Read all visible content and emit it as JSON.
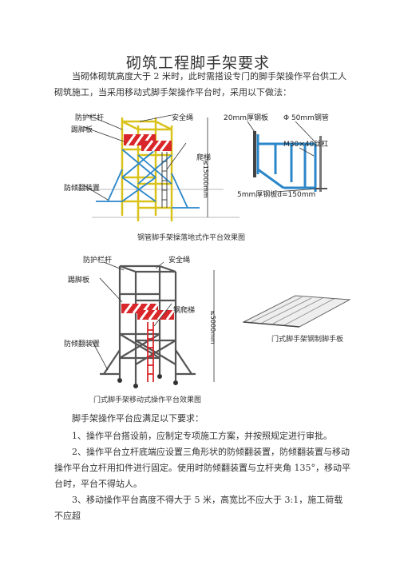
{
  "document": {
    "title": "砌筑工程脚手架要求",
    "intro": "当砌体砌筑高度大于 2 米时，此时需搭设专门的脚手架操作平台供工人砌筑施工，当采用移动式脚手架操作平台时，采用以下做法：",
    "requirements_heading": "脚手架操作平台应满足以下要求：",
    "requirements": [
      "1、操作平台搭设前，应制定专项施工方案，并按照规定进行审批。",
      "2、操作平台立杆底端应设置三角形状的防倾翻装置，防倾翻装置与移动操作平台立杆用扣件进行固定。使用时防倾翻装置与立杆夹角 135°，移动平台时，平台不得站人。",
      "3、移动操作平台高度不得大于 5 米，高宽比不应大于 3:1，施工荷载不应超"
    ]
  },
  "figure1": {
    "labels": {
      "guardrail": "防护栏杆",
      "toeboard": "踢脚板",
      "safety_rope": "安全绳",
      "ladder": "爬梯",
      "anti_tip": "防倾翻装置",
      "height": "≤15000mm"
    },
    "caption": "钢管脚手架操落地式作平台效果图"
  },
  "figure2": {
    "labels": {
      "plate20": "20mm厚钢板",
      "pipe": "Φ 50mm钢管",
      "screw": "M30×40丝杠",
      "plate5": "5mm厚钢板d=150mm"
    }
  },
  "figure3": {
    "labels": {
      "guardrail": "防护栏杆",
      "safety_rope": "安全绳",
      "toeboard": "踢脚板",
      "steel_ladder": "钢爬梯",
      "anti_tip": "防倾翻装置",
      "height": "≤5000mm"
    },
    "caption": "门式脚手架移动式操作平台效果图"
  },
  "figure4": {
    "caption": "门式脚手架钢制脚手板"
  },
  "colors": {
    "pipe_yellow": "#d9c21a",
    "pipe_blue": "#2a86c9",
    "hazard_red": "#d8262a",
    "frame_gray": "#555555"
  }
}
